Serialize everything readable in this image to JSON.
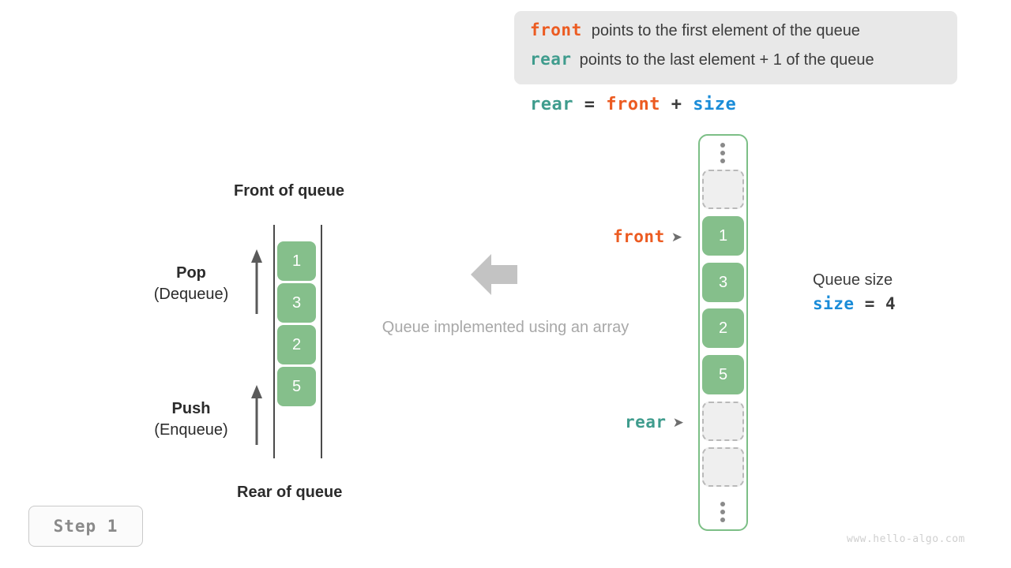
{
  "legend": {
    "lines": [
      {
        "keyword": "front",
        "keyword_color": "#ec5b21",
        "text": "points to the first element of the queue"
      },
      {
        "keyword": "rear",
        "keyword_color": "#3f9c8d",
        "text": "points to the last element + 1 of the queue"
      }
    ]
  },
  "formula": {
    "lhs": "rear",
    "eq": "=",
    "rhs1": "front",
    "plus": "+",
    "rhs2": "size"
  },
  "left_diagram": {
    "top_label": "Front of queue",
    "bottom_label": "Rear of queue",
    "cells": [
      "1",
      "3",
      "2",
      "5"
    ],
    "operations": [
      {
        "name": "Pop",
        "sub": "(Dequeue)"
      },
      {
        "name": "Push",
        "sub": "(Enqueue)"
      }
    ]
  },
  "middle": {
    "caption": "Queue implemented using an array",
    "arrow": "left-arrow-icon"
  },
  "right_array": {
    "cells": [
      {
        "type": "ellipsis",
        "value": ""
      },
      {
        "type": "empty",
        "value": ""
      },
      {
        "type": "filled",
        "value": "1"
      },
      {
        "type": "filled",
        "value": "3"
      },
      {
        "type": "filled",
        "value": "2"
      },
      {
        "type": "filled",
        "value": "5"
      },
      {
        "type": "empty",
        "value": ""
      },
      {
        "type": "empty",
        "value": ""
      },
      {
        "type": "ellipsis",
        "value": ""
      }
    ],
    "pointers": [
      {
        "name": "front",
        "color": "#ec5b21",
        "arrow": "➤"
      },
      {
        "name": "rear",
        "color": "#3f9c8d",
        "arrow": "➤"
      }
    ]
  },
  "size_note": {
    "title": "Queue size",
    "name": "size",
    "eq": "=",
    "value": "4"
  },
  "step_badge": {
    "label": "Step 1"
  },
  "watermark": {
    "text": "www.hello-algo.com"
  },
  "colors": {
    "green": "#85bf8b",
    "front": "#ec5b21",
    "rear": "#3f9c8d",
    "size": "#1a8cd8",
    "gray_text": "#3c3c3c",
    "muted": "#a8a8a8"
  }
}
